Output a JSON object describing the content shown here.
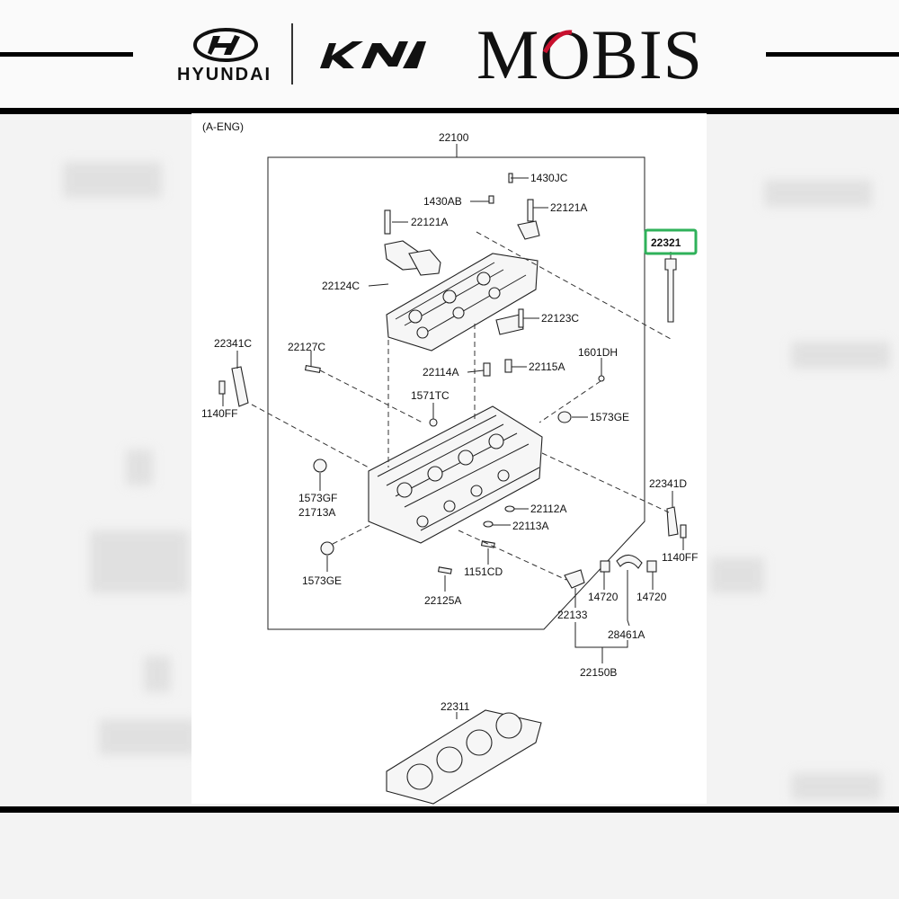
{
  "brands": {
    "hyundai": "HYUNDAI",
    "kia": "KIA",
    "mobis": "MOBIS"
  },
  "diagram": {
    "engine_note": "(A-ENG)",
    "labels": {
      "p22100": "22100",
      "p1430JC": "1430JC",
      "p1430AB": "1430AB",
      "p22121A_1": "22121A",
      "p22121A_2": "22121A",
      "p22321": "22321",
      "p22124C": "22124C",
      "p22123C": "22123C",
      "p22341C": "22341C",
      "p22127C": "22127C",
      "p1601DH": "1601DH",
      "p22114A": "22114A",
      "p22115A": "22115A",
      "p1140FF_1": "1140FF",
      "p1571TC": "1571TC",
      "p1573GE_1": "1573GE",
      "p22341D": "22341D",
      "p1573GF": "1573GF",
      "p21713A": "21713A",
      "p22112A": "22112A",
      "p22113A": "22113A",
      "p1140FF_2": "1140FF",
      "p1151CD": "1151CD",
      "p1573GE_2": "1573GE",
      "p14720_1": "14720",
      "p14720_2": "14720",
      "p22125A": "22125A",
      "p22133": "22133",
      "p28461A": "28461A",
      "p22150B": "22150B",
      "p22311": "22311"
    }
  },
  "colors": {
    "highlight": "#2fb15a",
    "mobis_red": "#c8102e"
  }
}
